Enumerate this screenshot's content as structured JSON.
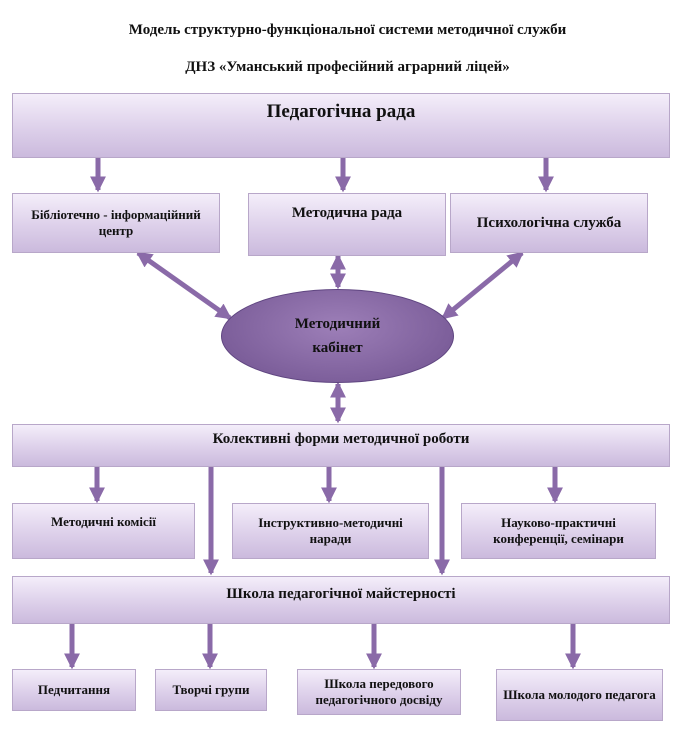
{
  "title": {
    "line1": "Модель структурно-функціональної системи методичної служби",
    "line2": "ДНЗ «Уманський професійний аграрний ліцей»"
  },
  "nodes": {
    "ped_rada": "Педагогічна рада",
    "biblio": "Бібліотечно - інформаційний центр",
    "metod_rada": "Методична рада",
    "psych": "Психологічна служба",
    "metod_kabinet_line1": "Методичний",
    "metod_kabinet_line2": "кабінет",
    "kolektyvni": "Колективні форми методичної роботи",
    "metod_komisii": "Методичні комісії",
    "instrukt": "Інструктивно-методичні наради",
    "naukovo": "Науково-практичні конференції, семінари",
    "shkola_maist": "Школа педагогічної майстерності",
    "pedchytannia": "Педчитання",
    "tvorchi": "Творчі групи",
    "shkola_peredovoho": "Школа передового педагогічного досвіду",
    "shkola_molodoho": "Школа молодого педагога"
  },
  "colors": {
    "box_border": "#b8a7c9",
    "arrow": "#8a6aa8",
    "ellipse_fill": "#7d5f9b"
  }
}
